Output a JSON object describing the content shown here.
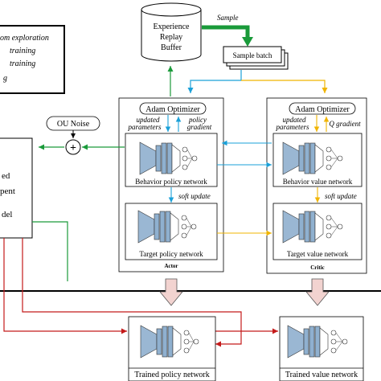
{
  "legend": {
    "items": [
      {
        "text": "om exploration",
        "color": "#1a9a3a"
      },
      {
        "text": "training",
        "color": "#1aa0d8"
      },
      {
        "text": "training",
        "color": "#f0b400"
      },
      {
        "text": "g",
        "color": "#c41a1a"
      }
    ]
  },
  "buffer": {
    "line1": "Experience",
    "line2": "Replay",
    "line3": "Buffer"
  },
  "sample_label": "Sample",
  "sample_batch": "Sample batch",
  "ou_noise": "OU Noise",
  "plus_symbol": "+",
  "environment": {
    "line1": "ed",
    "line2": "pent",
    "line3": "del"
  },
  "actor": {
    "optimizer": "Adam Optimizer",
    "updated_parameters_1": "updated",
    "updated_parameters_2": "parameters",
    "policy_gradient_1": "policy",
    "policy_gradient_2": "gradient",
    "behavior_network": "Behavior policy network",
    "soft_update": "soft update",
    "target_network": "Target policy network",
    "panel_label": "Actor"
  },
  "critic": {
    "optimizer": "Adam Optimizer",
    "updated_parameters_1": "updated",
    "updated_parameters_2": "parameters",
    "q_gradient": "Q gradient",
    "behavior_network": "Behavior value network",
    "soft_update": "soft update",
    "target_network": "Target value network",
    "panel_label": "Critic"
  },
  "trained": {
    "policy_network": "Trained policy network",
    "value_network": "Trained value network"
  },
  "colors": {
    "green": "#1a9a3a",
    "blue": "#1aa0d8",
    "orange": "#f0b400",
    "red": "#c41a1a",
    "network_blue": "#8fb0cf",
    "arrow_pink": "#f2d3d0"
  }
}
